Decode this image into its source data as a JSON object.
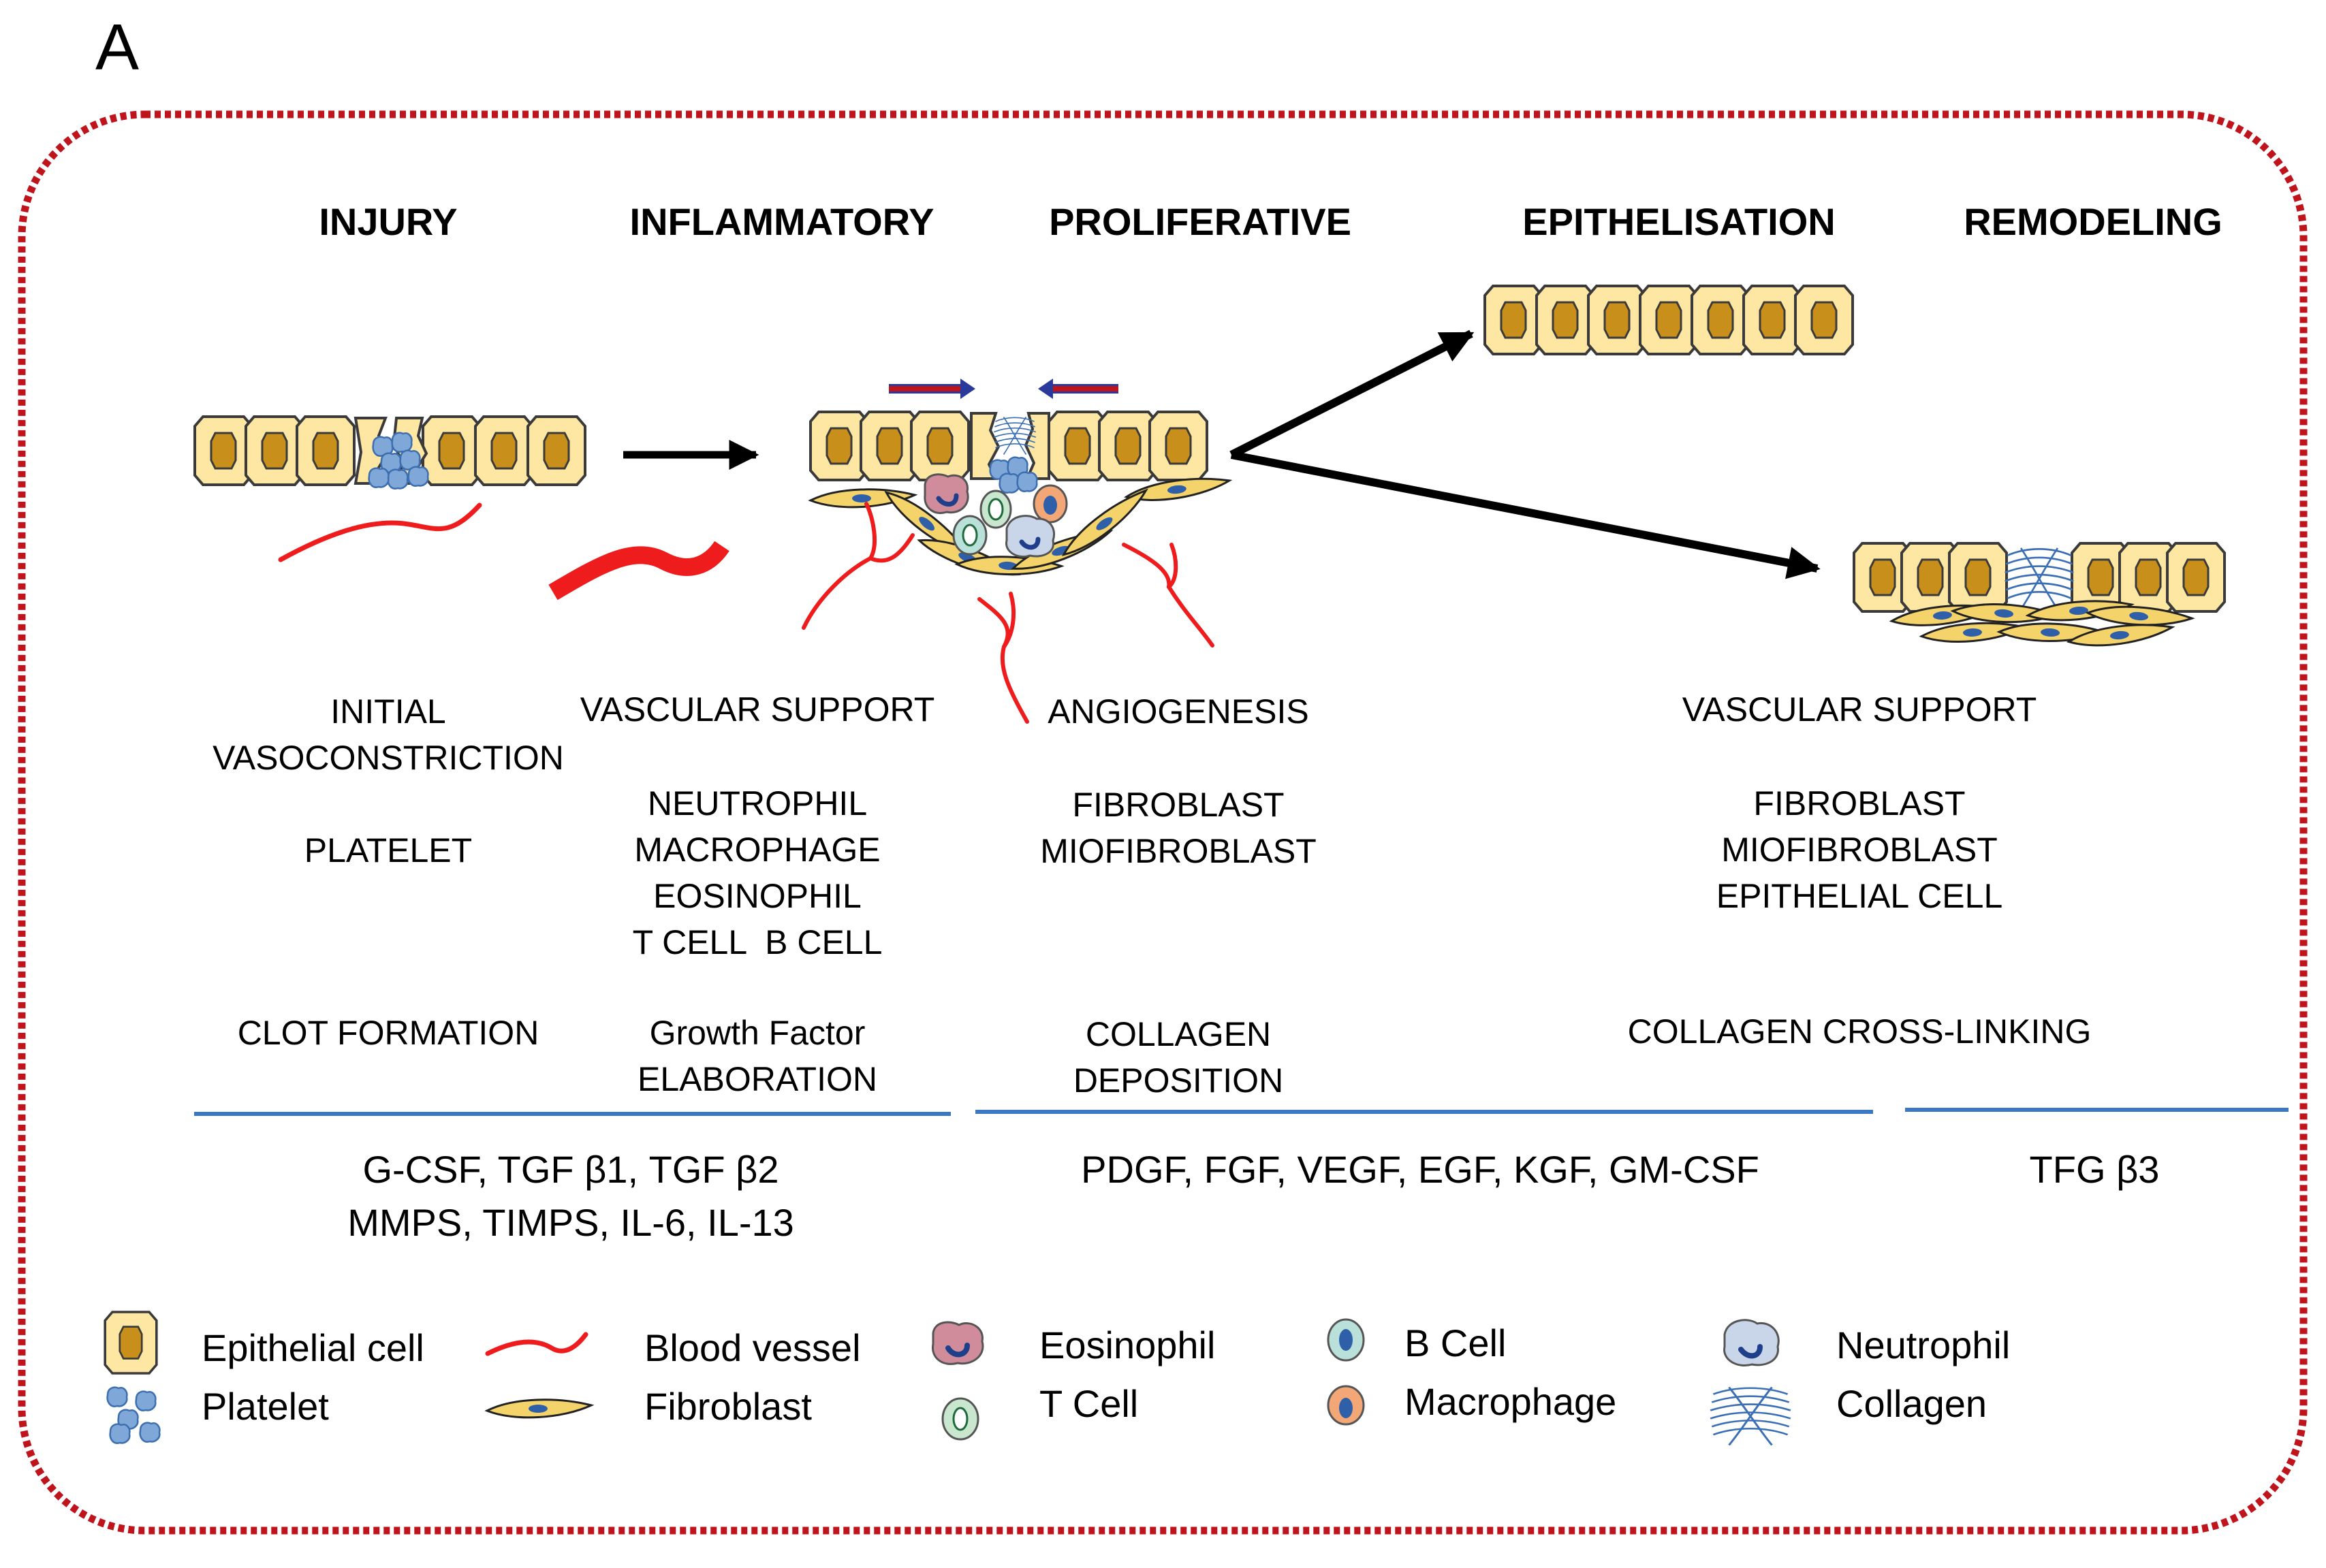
{
  "panel_label": "A",
  "phases": {
    "injury": "INJURY",
    "inflammatory": "INFLAMMATORY",
    "proliferative": "PROLIFERATIVE",
    "epithelisation": "EPITHELISATION",
    "remodeling": "REMODELING"
  },
  "injury": {
    "initial": "INITIAL",
    "vasoconstriction": "VASOCONSTRICTION",
    "platelet": "PLATELET",
    "clot": "CLOT FORMATION"
  },
  "inflammatory": {
    "vascular": "VASCULAR SUPPORT",
    "cells": [
      "NEUTROPHIL",
      "MACROPHAGE",
      "EOSINOPHIL",
      "T CELL  B CELL"
    ],
    "growth": "Growth Factor",
    "elaboration": "ELABORATION"
  },
  "proliferative": {
    "angio": "ANGIOGENESIS",
    "cells": [
      "FIBROBLAST",
      "MIOFIBROBLAST"
    ],
    "collagen": "COLLAGEN",
    "deposition": "DEPOSITION"
  },
  "remodeling": {
    "vascular": "VASCULAR SUPPORT",
    "cells": [
      "FIBROBLAST",
      "MIOFIBROBLAST",
      "EPITHELIAL CELL"
    ],
    "crosslink": "COLLAGEN CROSS-LINKING"
  },
  "growth_factors": {
    "group1_line1": "G-CSF, TGF β1, TGF β2",
    "group1_line2": "MMPS, TIMPS, IL-6, IL-13",
    "group2": "PDGF, FGF, VEGF, EGF, KGF, GM-CSF",
    "group3": "TFG β3"
  },
  "legend": {
    "epithelial": "Epithelial cell",
    "platelet": "Platelet",
    "vessel": "Blood vessel",
    "fibroblast": "Fibroblast",
    "eosinophil": "Eosinophil",
    "tcell": "T Cell",
    "bcell": "B Cell",
    "macrophage": "Macrophage",
    "neutrophil": "Neutrophil",
    "collagen": "Collagen"
  },
  "colors": {
    "border": "#c0141c",
    "vessel": "#ee1c1c",
    "cell_fill": "#fde7a3",
    "cell_stroke": "#3a3a3a",
    "nucleus": "#c8901a",
    "platelet": "#7fa7d8",
    "rule": "#3b78c4",
    "arrow_red": "#c0141c",
    "arrow_blue": "#2a3a9a",
    "eosinophil": "#d08c9a",
    "tcell": "#c9e6cf",
    "bcell": "#b9e0d9",
    "macrophage": "#f3a777",
    "neutrophil": "#c9d6ea",
    "collagen": "#3b6fb5",
    "fibroblast": "#f4d36a"
  }
}
